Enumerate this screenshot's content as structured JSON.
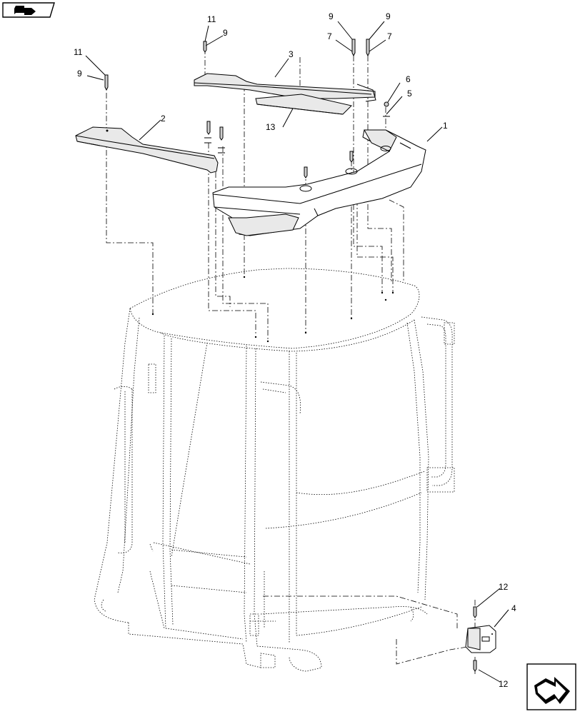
{
  "callouts": [
    {
      "id": "c-1",
      "text": "1"
    },
    {
      "id": "c-2",
      "text": "2"
    },
    {
      "id": "c-3",
      "text": "3"
    },
    {
      "id": "c-4",
      "text": "4"
    },
    {
      "id": "c-5",
      "text": "5"
    },
    {
      "id": "c-6",
      "text": "6"
    },
    {
      "id": "c-7a",
      "text": "7"
    },
    {
      "id": "c-7b",
      "text": "7"
    },
    {
      "id": "c-9a",
      "text": "9"
    },
    {
      "id": "c-9b",
      "text": "9"
    },
    {
      "id": "c-9c",
      "text": "9"
    },
    {
      "id": "c-9d",
      "text": "9"
    },
    {
      "id": "c-11a",
      "text": "11"
    },
    {
      "id": "c-11b",
      "text": "11"
    },
    {
      "id": "c-12a",
      "text": "12"
    },
    {
      "id": "c-12b",
      "text": "12"
    },
    {
      "id": "c-13",
      "text": "13"
    }
  ],
  "icons": {
    "top_left": "previous-page-arrow-icon",
    "bottom_right": "next-page-arrow-icon"
  }
}
